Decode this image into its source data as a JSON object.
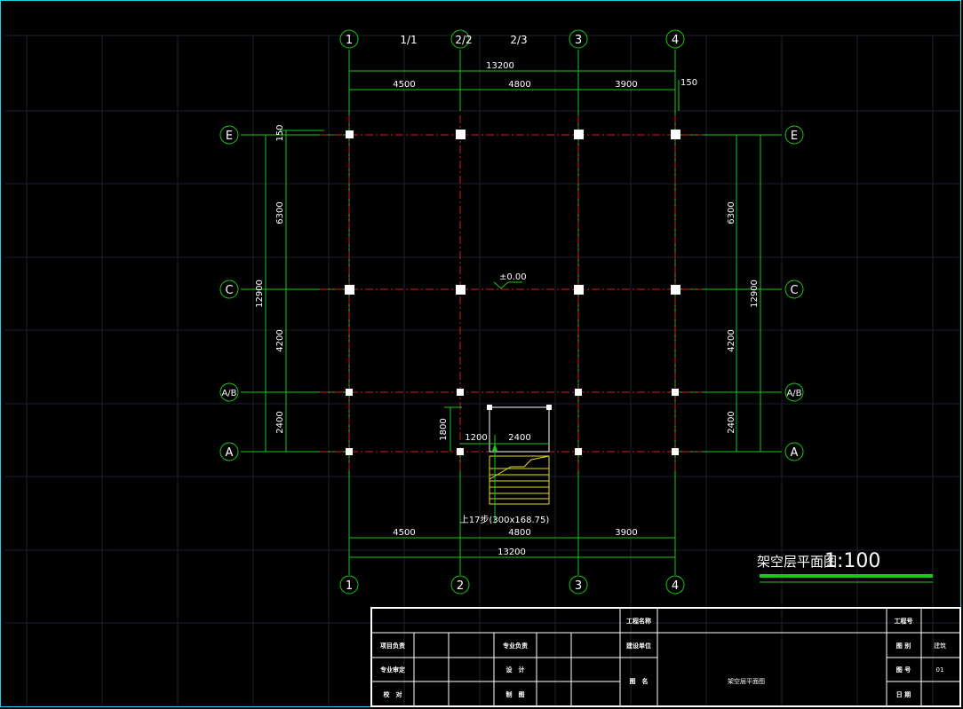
{
  "axes_top": [
    "1",
    "1/1",
    "2/2",
    "2/3",
    "3",
    "4"
  ],
  "axes_bottom": [
    "1",
    "2",
    "3",
    "4"
  ],
  "axes_left": [
    "E",
    "C",
    "A/B",
    "A"
  ],
  "axes_right": [
    "E",
    "C",
    "A/B",
    "A"
  ],
  "dims": {
    "top_total": "13200",
    "top_seg": [
      "4500",
      "4800",
      "3900"
    ],
    "top_extra": "150",
    "bottom_total": "13200",
    "bottom_seg": [
      "4500",
      "4800",
      "3900"
    ],
    "left_total": "12900",
    "left_seg": [
      "150",
      "6300",
      "4200",
      "2400"
    ],
    "right_total": "12900",
    "right_seg": [
      "6300",
      "4200",
      "2400"
    ],
    "stair_h": "1800",
    "stair_a": "1200",
    "stair_b": "2400"
  },
  "elevation": "±0.00",
  "stair_note": "上17步(300x168.75)",
  "drawing_title": "架空层平面图",
  "drawing_scale": "1:100",
  "title_block": {
    "project_name_label": "工程名称",
    "project_no_label": "工程号",
    "client_label": "建设单位",
    "project_lead": "项目负责",
    "discipline_lead": "专业负责",
    "discipline_review": "专业审定",
    "design": "设　计",
    "check": "校　对",
    "draw": "制　图",
    "drawing_name_label": "图　名",
    "drawing_name": "架空层平面图",
    "category_label": "图 别",
    "category": "建筑",
    "sheet_label": "图 号",
    "sheet_no": "01",
    "date_label": "日 期"
  },
  "colors": {
    "border": "#21d0e6",
    "dim": "#19c819",
    "axis": "#d21e1e",
    "stair": "#e6dc1e"
  }
}
